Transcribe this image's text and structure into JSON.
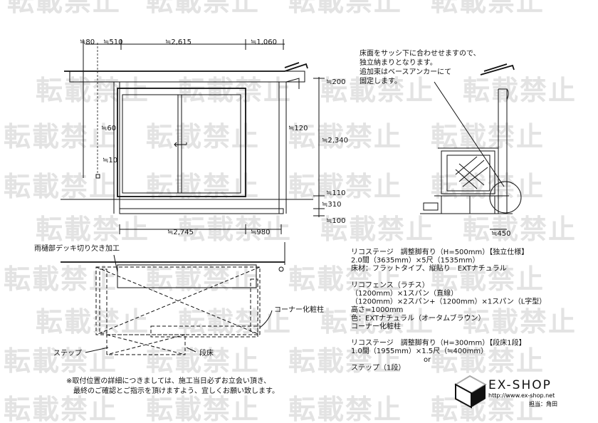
{
  "watermark": "転載禁止",
  "elevation_dims": {
    "top_80": "≒80",
    "top_510": "≒510",
    "top_2615": "≒2,615",
    "top_1060": "≒1,060",
    "left_60": "≒60",
    "left_10": "≒10",
    "right_120": "≒120",
    "v_200": "≒200",
    "v_2340": "≒2,340",
    "v_110": "≒110",
    "v_310": "≒310",
    "v_100": "≒100",
    "bottom_2745": "≒2,745",
    "bottom_980": "≒980",
    "side_450": "≒450"
  },
  "side_note": [
    "床面をサッシ下に合わせせますので、",
    "独立納まりとなります。",
    "追加束はベースアンカーにて",
    "固定します。"
  ],
  "plan_labels": {
    "gutter_cut": "雨樋部デッキ切り欠き加工",
    "corner_post": "コーナー化粧柱",
    "step": "ステップ",
    "step_floor": "段床"
  },
  "spec": [
    "リコステージ　調整脚有り（H=500mm）【独立仕様】",
    "2.0間（3635mm）×5尺（1535mm）",
    "床材：フラットタイプ、縦貼り　EXTナチュラル",
    "",
    "リコフェンス（ラチス）",
    "（1200mm）×1スパン（直線）",
    "（1200mm）×2スパン+（1200mm）×1スパン（L字型）",
    "高さ=1000mm",
    "色：EXTナチュラル（オータムブラウン）",
    "コーナー化粧柱",
    "",
    "リコステージ　調整脚有り（H=300mm）【段床1段】",
    "1.0間（1955mm）×1.5尺（≒400mm）",
    "or",
    "ステップ（1段）"
  ],
  "footer_note": [
    "※取付位置の詳細につきましては、施工当日必ずお立会い頂き、",
    "最終のご確認とご指示を頂けますよう、宜しくお願い致します。"
  ],
  "logo": {
    "name": "EX-SHOP",
    "url": "http://www.ex-shop.net",
    "staff": "担当：角田"
  }
}
